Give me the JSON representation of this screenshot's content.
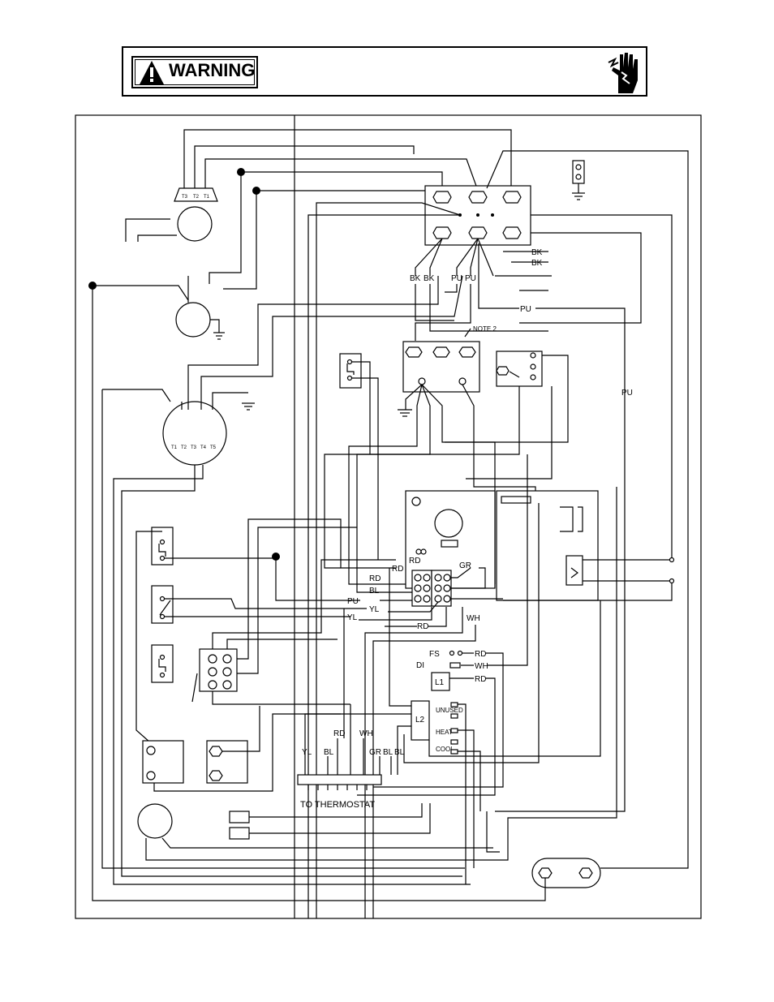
{
  "warning": {
    "label": "WARNING",
    "icons": [
      "warning-triangle-icon",
      "electric-shock-hand-icon"
    ]
  },
  "motor_top": {
    "terminals": [
      "T3",
      "T2",
      "T1"
    ]
  },
  "motor_mid": {
    "terminals": [
      "T1",
      "T2",
      "T3",
      "T4",
      "T5"
    ]
  },
  "wire_labels": {
    "bk1": "BK",
    "bk2": "BK",
    "pu1": "PU",
    "pu2": "PU",
    "bk_r1": "BK",
    "bk_r2": "BK",
    "pu_mid": "PU",
    "pu_right": "PU",
    "note2": "NOTE 2",
    "rd_a": "RD",
    "rd_b": "RD",
    "gr_a": "GR",
    "rd_c": "RD",
    "bl_a": "BL",
    "pu_c": "PU",
    "yl_a": "YL",
    "yl_b": "YL",
    "rd_d": "RD",
    "wh_a": "WH",
    "rd_e": "RD",
    "wh_b": "WH",
    "rd_f": "RD"
  },
  "board_terminals": {
    "fs": "FS",
    "di": "DI",
    "l1": "L1",
    "l2": "L2",
    "unused": "UNUSED",
    "heat": "HEAT",
    "cool": "COOL"
  },
  "thermostat": {
    "wires": [
      "YL",
      "BL",
      "RD",
      "WH",
      "GR",
      "BL",
      "BL"
    ],
    "label": "TO THERMOSTAT"
  }
}
